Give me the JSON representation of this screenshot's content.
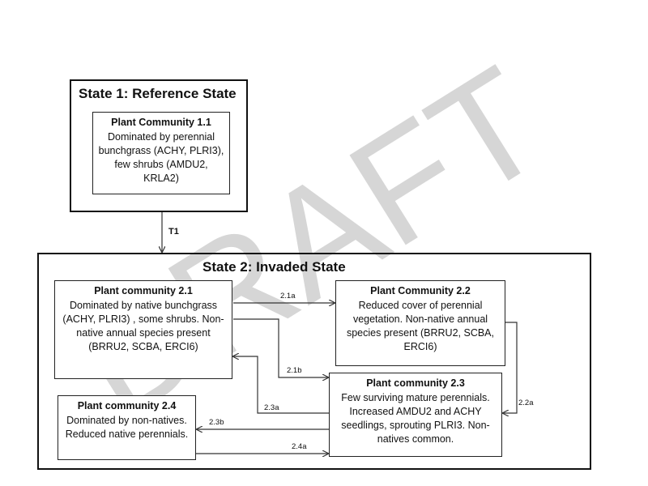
{
  "state1": {
    "title": "State 1: Reference State",
    "pc11": {
      "title": "Plant Community 1.1",
      "desc": "Dominated by perennial bunchgrass (ACHY, PLRI3), few shrubs (AMDU2, KRLA2)"
    }
  },
  "transition_t1": "T1",
  "state2": {
    "title": "State 2: Invaded State",
    "pc21": {
      "title": "Plant community 2.1",
      "desc": "Dominated by native bunchgrass (ACHY, PLRI3) , some shrubs. Non-native annual species present (BRRU2, SCBA, ERCI6)"
    },
    "pc22": {
      "title": "Plant Community 2.2",
      "desc": "Reduced cover of perennial vegetation. Non-native annual species present  (BRRU2, SCBA, ERCI6)"
    },
    "pc23": {
      "title": "Plant community 2.3",
      "desc": "Few surviving mature perennials. Increased AMDU2 and ACHY seedlings, sprouting PLRI3. Non-natives common."
    },
    "pc24": {
      "title": "Plant community 2.4",
      "desc": "Dominated by non-natives. Reduced native perennials."
    }
  },
  "pathways": {
    "p21a": "2.1a",
    "p21b": "2.1b",
    "p22a": "2.2a",
    "p23a": "2.3a",
    "p23b": "2.3b",
    "p24a": "2.4a"
  },
  "watermark": "DRAFT",
  "colors": {
    "watermark": "#d6d6d6",
    "line": "#333333"
  }
}
